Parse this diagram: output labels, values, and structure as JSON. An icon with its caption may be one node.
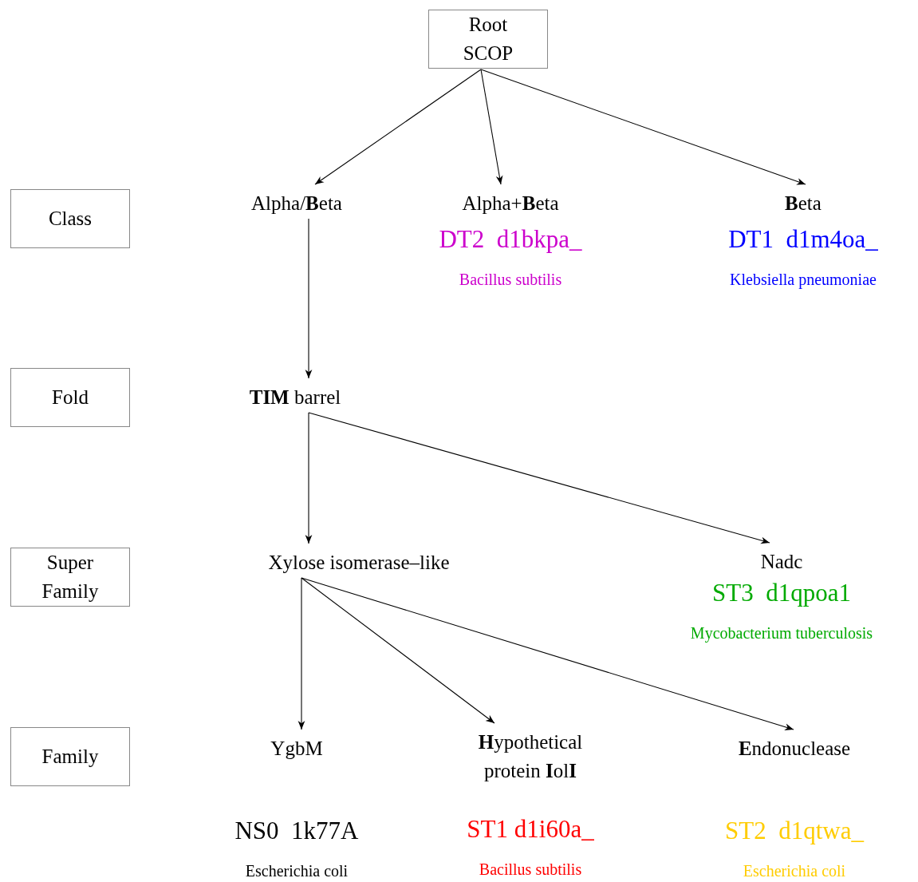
{
  "diagram": {
    "nodes": [
      {
        "text": [
          "Root SCOP"
        ]
      },
      {
        "text": [
          "Class"
        ]
      },
      {
        "text": [
          "Fold"
        ]
      },
      {
        "text": [
          "Super Family"
        ]
      },
      {
        "text": [
          "Family"
        ]
      },
      {
        "text": [
          "Alpha/**B**eta"
        ]
      },
      {
        "text": [
          "Alpha+**B**eta"
        ],
        "beside": [
          "DT2  d1bkpa_",
          "Bacillus subtilis"
        ]
      },
      {
        "text": [
          "**B**eta"
        ],
        "beside": [
          "DT1  d1m4oa_",
          "Klebsiella pneumoniae"
        ]
      },
      {
        "text": [
          "**TIM** barrel"
        ]
      },
      {
        "text": [
          "Xylose isomerase–like"
        ]
      },
      {
        "text": [
          "Nadc"
        ],
        "beside": [
          "ST3  d1qpoa1",
          "Mycobacterium tuberculosis"
        ]
      },
      {
        "text": [
          "YgbM"
        ],
        "beside": [
          "NS0  1k77A",
          "Escherichia coli"
        ]
      },
      {
        "text": [
          "**H**ypothetical protein **I**ol**I**"
        ],
        "beside": [
          "ST1 d1i60a_",
          "Bacillus subtilis"
        ]
      },
      {
        "text": [
          "**E**ndonuclease"
        ],
        "beside": [
          "ST2  d1qtwa_",
          "Escherichia coli"
        ]
      }
    ],
    "edges": [
      {
        "from": 0,
        "to": 5,
        "arrow": "to"
      },
      {
        "from": 0,
        "to": 6,
        "arrow": "to"
      },
      {
        "from": 0,
        "to": 7,
        "arrow": "to"
      },
      {
        "from": 5,
        "to": 8,
        "arrow": "to"
      },
      {
        "from": 8,
        "to": 9,
        "arrow": "to"
      },
      {
        "from": 8,
        "to": 10,
        "arrow": "to"
      },
      {
        "from": 9,
        "to": 11,
        "arrow": "to"
      },
      {
        "from": 9,
        "to": 12,
        "arrow": "to"
      },
      {
        "from": 9,
        "to": 13,
        "arrow": "to"
      }
    ]
  }
}
